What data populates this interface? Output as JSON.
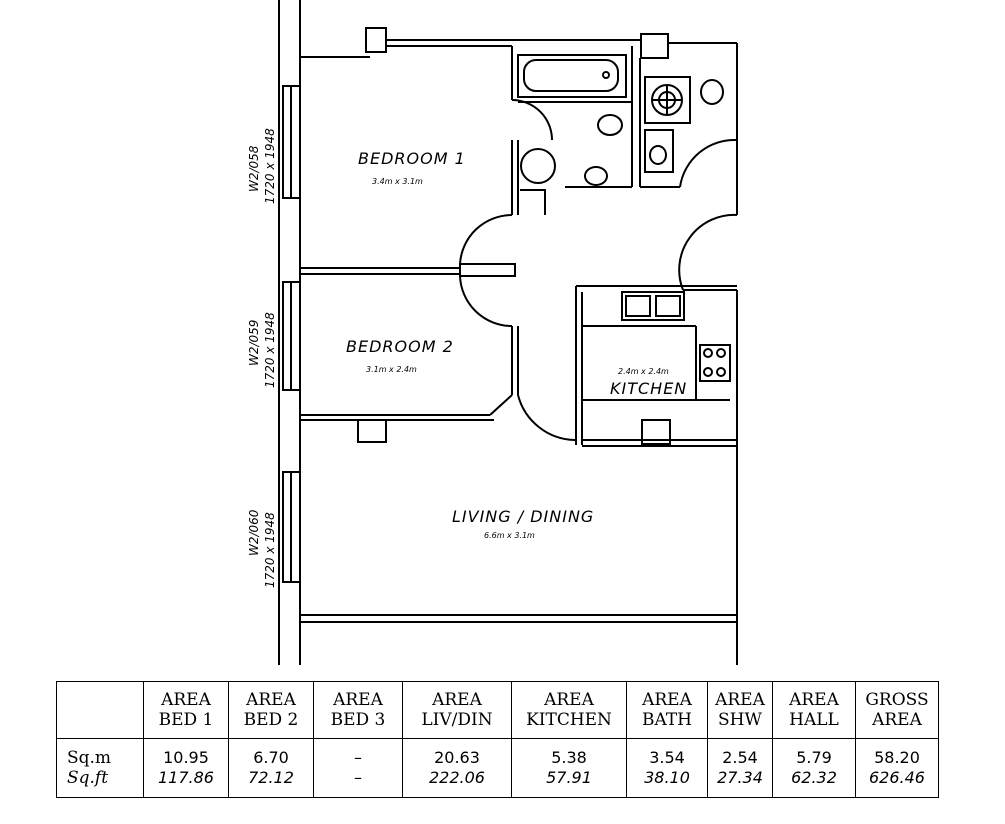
{
  "rooms": {
    "bedroom1": {
      "name": "BEDROOM 1",
      "dims": "3.4m x 3.1m"
    },
    "bedroom2": {
      "name": "BEDROOM 2",
      "dims": "3.1m x 2.4m"
    },
    "kitchen": {
      "name": "KITCHEN",
      "dims": "2.4m x 2.4m"
    },
    "living": {
      "name": "LIVING / DINING",
      "dims": "6.6m x 3.1m"
    }
  },
  "windows": {
    "w058": {
      "ref": "W2/058",
      "size": "1720 x 1948"
    },
    "w059": {
      "ref": "W2/059",
      "size": "1720 x 1948"
    },
    "w060": {
      "ref": "W2/060",
      "size": "1720 x 1948"
    }
  },
  "table": {
    "headers": [
      {
        "l1": "",
        "l2": ""
      },
      {
        "l1": "AREA",
        "l2": "BED 1"
      },
      {
        "l1": "AREA",
        "l2": "BED 2"
      },
      {
        "l1": "AREA",
        "l2": "BED 3"
      },
      {
        "l1": "AREA",
        "l2": "LIV/DIN"
      },
      {
        "l1": "AREA",
        "l2": "KITCHEN"
      },
      {
        "l1": "AREA",
        "l2": "BATH"
      },
      {
        "l1": "AREA",
        "l2": "SHW"
      },
      {
        "l1": "AREA",
        "l2": "HALL"
      },
      {
        "l1": "GROSS",
        "l2": "AREA"
      }
    ],
    "row_labels": {
      "metric": "Sq.m",
      "imperial": "Sq.ft"
    },
    "metric": [
      "10.95",
      "6.70",
      "–",
      "20.63",
      "5.38",
      "3.54",
      "2.54",
      "5.79",
      "58.20"
    ],
    "imperial": [
      "117.86",
      "72.12",
      "–",
      "222.06",
      "57.91",
      "38.10",
      "27.34",
      "62.32",
      "626.46"
    ]
  }
}
